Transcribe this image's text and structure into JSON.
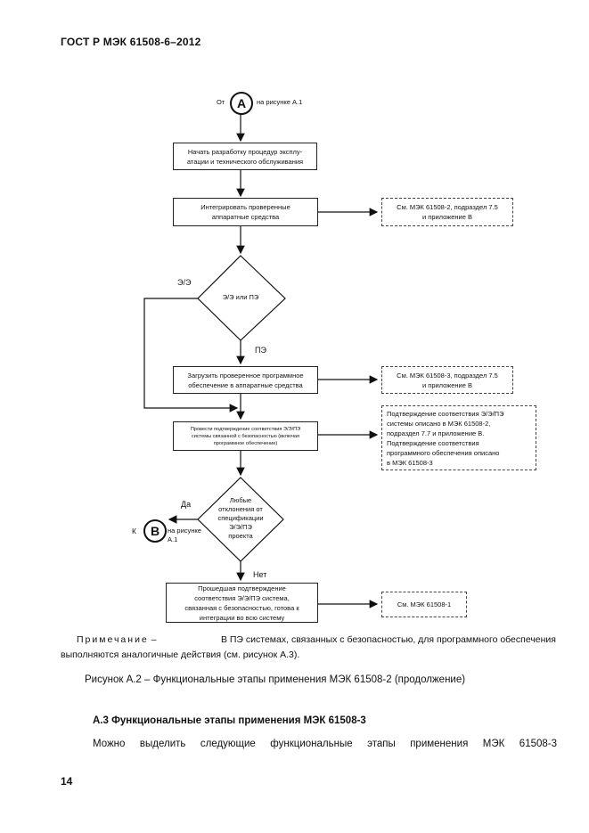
{
  "header": {
    "standard": "ГОСТ Р МЭК 61508-6–2012"
  },
  "flow": {
    "from_prefix": "От",
    "from_letter": "A",
    "from_suffix": "на рисунке  А.1",
    "step1": [
      "Начать разработку процедур эксплу-",
      "атации и технического обслуживания"
    ],
    "step2": [
      "Интегрировать проверенные",
      "аппаратные средства"
    ],
    "note2": [
      "См. МЭК 61508-2, подраздел 7.5",
      "и приложение В"
    ],
    "decision1": "Э/Э или ПЭ",
    "ee_label": "Э/Э",
    "pe_label": "ПЭ",
    "step3": [
      "Загрузить проверенное программное",
      "обеспечение в аппаратные средства"
    ],
    "note3": [
      "См. МЭК 61508-3, подраздел 7.5",
      "и приложение В"
    ],
    "step4": [
      "Провести подтверждение соответствия Э/Э/ПЭ",
      "системы  связанной с безопасностью (включая",
      "программное обеспечение)"
    ],
    "note4": [
      "Подтверждение соответствия Э/Э/ПЭ",
      "системы описано в  МЭК 61508-2,",
      "подраздел 7.7 и приложение В.",
      "Подтверждение соответствия",
      "программного обеспечения описано",
      "в МЭК 61508-3"
    ],
    "decision2": [
      "Любые",
      "отклонения от",
      "спецификации",
      "Э/Э/ПЭ",
      "проекта"
    ],
    "yes_label": "Да",
    "no_label": "Нет",
    "to_prefix": "К",
    "to_letter": "B",
    "to_suffix": [
      "на рисунке",
      "А.1"
    ],
    "step5": [
      "Прошедшая подтверждение",
      "соответствия  Э/Э/ПЭ система,",
      "связанная с безопасностью, готова к",
      "интеграции во всю систему"
    ],
    "note5": "См. МЭК 61508-1"
  },
  "note": {
    "label": "Примечание",
    "dash": "–",
    "line1": "В ПЭ системах, связанных с безопасностью, для программного обеспечения",
    "line2": "выполняются аналогичные действия (см. рисунок А.3)."
  },
  "caption": "Рисунок А.2 – Функциональные этапы применения МЭК 61508-2 (продолжение)",
  "section": {
    "title": "А.3 Функциональные этапы применения МЭК 61508-3"
  },
  "body": {
    "line1": "Можно выделить следующие функциональные этапы применения МЭК 61508-3"
  },
  "page_number": "14"
}
